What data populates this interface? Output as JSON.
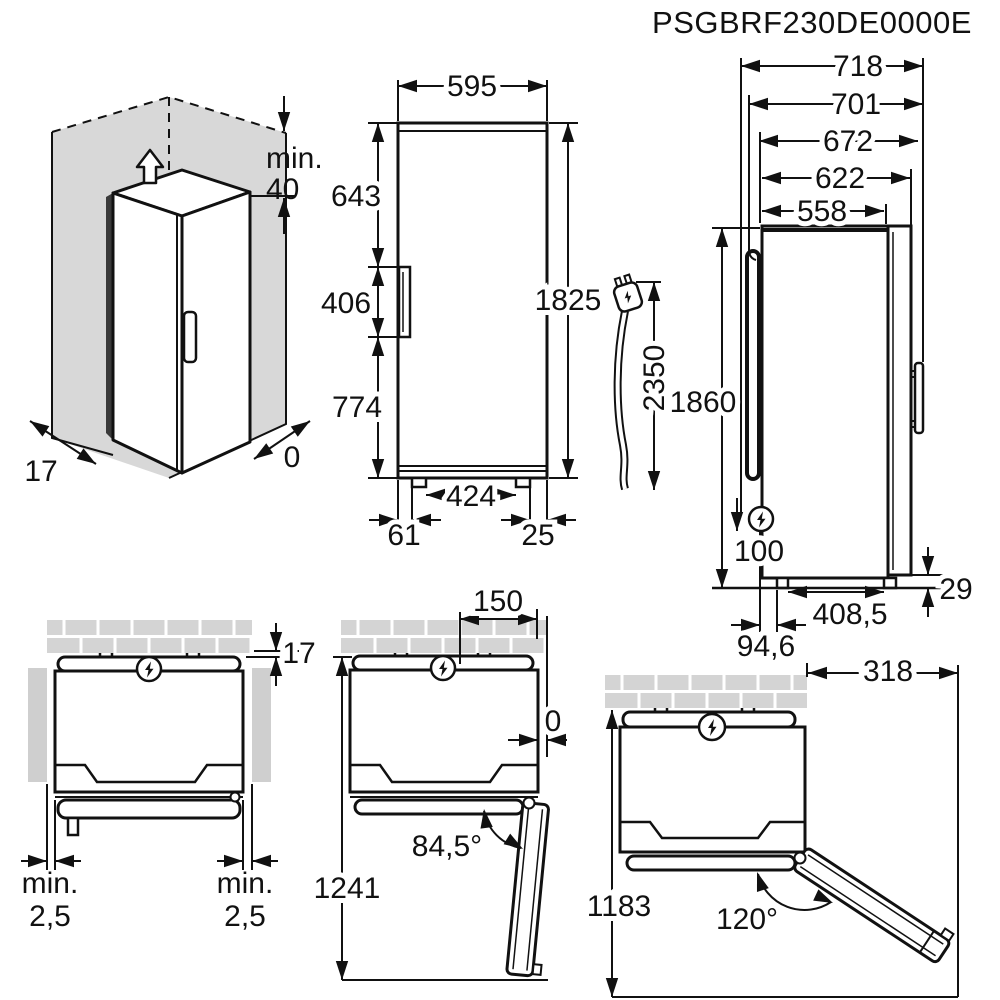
{
  "title": "PSGBRF230DE0000E",
  "corner_view": {
    "min_label": "min.",
    "min_clearance_top": "40",
    "wall_thickness": "17",
    "side_gap": "0"
  },
  "front_view": {
    "width": "595",
    "upper_section": "643",
    "handle_section": "406",
    "lower_section": "774",
    "height": "1825",
    "feet_distance": "424",
    "foot_offset_left": "61",
    "foot_offset_right": "25"
  },
  "side_view": {
    "depth_overall_wall": "718",
    "depth_overall": "701",
    "depth_no_handle": "672",
    "depth_with_door": "622",
    "depth_body": "558",
    "height": "1860",
    "cord_length": "2350",
    "power_point_height": "100",
    "feet_distance": "408,5",
    "foot_offset_rear": "94,6",
    "door_floor_gap": "29"
  },
  "top_view_closed": {
    "rear_gap": "17",
    "min_left_label": "min.",
    "min_left_value": "2,5",
    "min_right_label": "min.",
    "min_right_value": "2,5"
  },
  "top_view_84": {
    "power_offset": "150",
    "side_gap": "0",
    "door_angle": "84,5°",
    "swing_depth": "1241"
  },
  "top_view_120": {
    "side_offset": "318",
    "door_angle": "120°",
    "swing_depth": "1183"
  }
}
